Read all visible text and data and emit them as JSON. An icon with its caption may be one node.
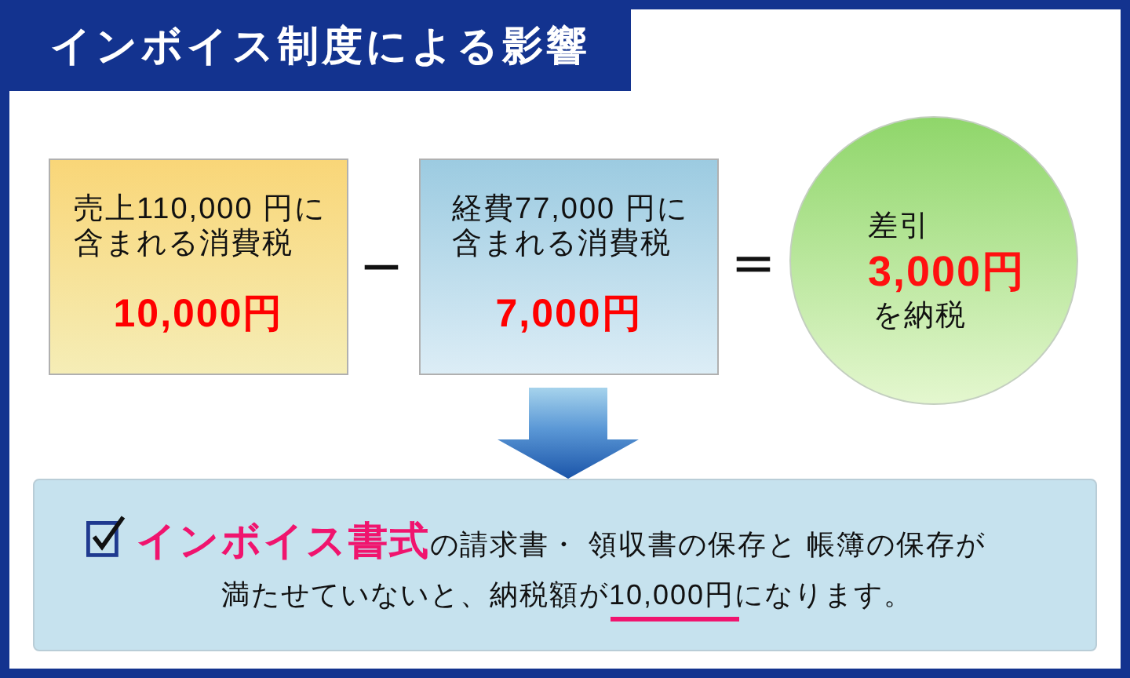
{
  "diagram": {
    "title": "インボイス制度による影響",
    "nodes": [
      {
        "text": [
          "売上110,000 円に含まれる消費税",
          "10,000円"
        ]
      },
      {
        "text": [
          "経費77,000 円に含まれる消費税",
          "7,000円"
        ]
      },
      {
        "text": [
          "差引",
          "3,000円",
          "を納税"
        ]
      },
      {
        "text": [
          "**インボイス書式**の請求書・ 領収書の保存と 帳簿の保存が満たせていないと、納税額が10,000円になります。"
        ]
      }
    ],
    "edges": [
      {
        "from": null,
        "to": 3,
        "arrow": "to"
      }
    ],
    "labels": [
      "−",
      "="
    ]
  }
}
